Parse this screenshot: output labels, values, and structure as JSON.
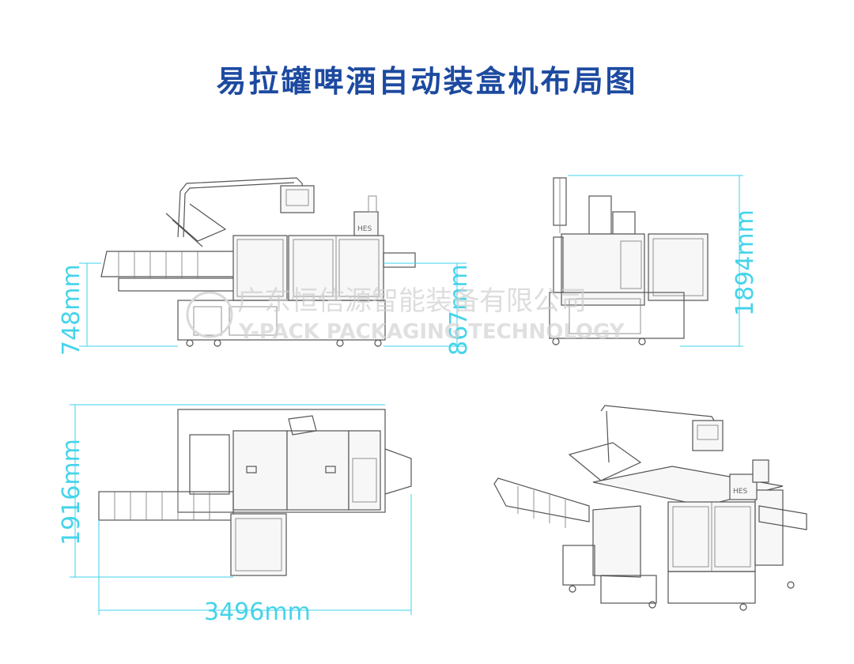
{
  "title": "易拉罐啤酒自动装盒机布局图",
  "dimensions": {
    "front_height": "748mm",
    "front_height_2": "867mm",
    "side_height": "1894mm",
    "top_width": "1916mm",
    "top_length": "3496mm"
  },
  "watermark": {
    "cn": "广东恒信源智能装备有限公司",
    "en": "Y-PACK PACKAGING TECHNOLOGY"
  },
  "panel_label": "HES"
}
